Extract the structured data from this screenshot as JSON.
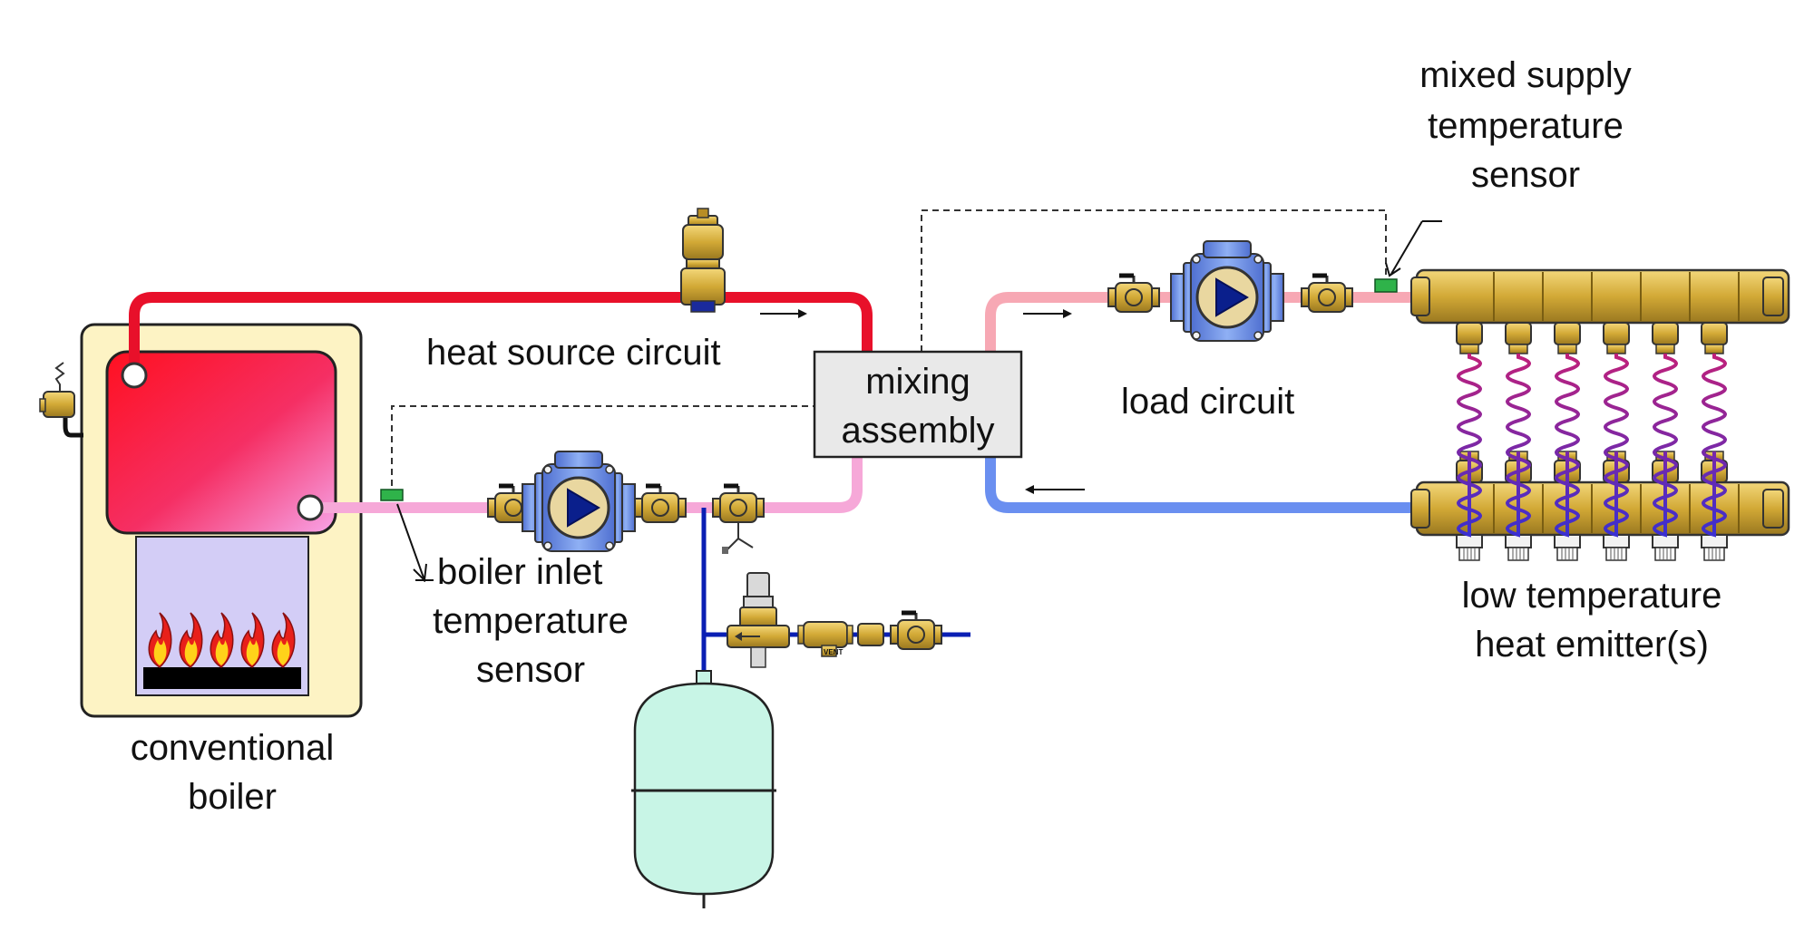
{
  "labels": {
    "conventional_boiler": [
      "conventional",
      "boiler"
    ],
    "heat_source_circuit": "heat source circuit",
    "mixing_assembly": [
      "mixing",
      "assembly"
    ],
    "load_circuit": "load circuit",
    "mixed_supply_sensor": [
      "mixed supply",
      "temperature",
      "sensor"
    ],
    "boiler_inlet_sensor": [
      "boiler inlet",
      "temperature",
      "sensor"
    ],
    "heat_emitters": [
      "low temperature",
      "heat emitter(s)"
    ],
    "vent_tag": "VENT"
  },
  "colors": {
    "hot_supply": "#e8102a",
    "boiler_return": "#f6a8d8",
    "mixed_supply": "#f7a8b4",
    "load_return": "#6a8ff0",
    "cold_water": "#0a1fb4",
    "boiler_cabinet": "#fdf3c4",
    "combustion_chamber": "#d3cdf6",
    "expansion_tank": "#c8f5e6",
    "brass": "#d7b23f",
    "pump_blue": "#6f8fe6",
    "sensor_green": "#2fb34a",
    "emitter_tubing": "#6a2fb0"
  },
  "flame_count": 5,
  "emitter_loop_count": 6
}
